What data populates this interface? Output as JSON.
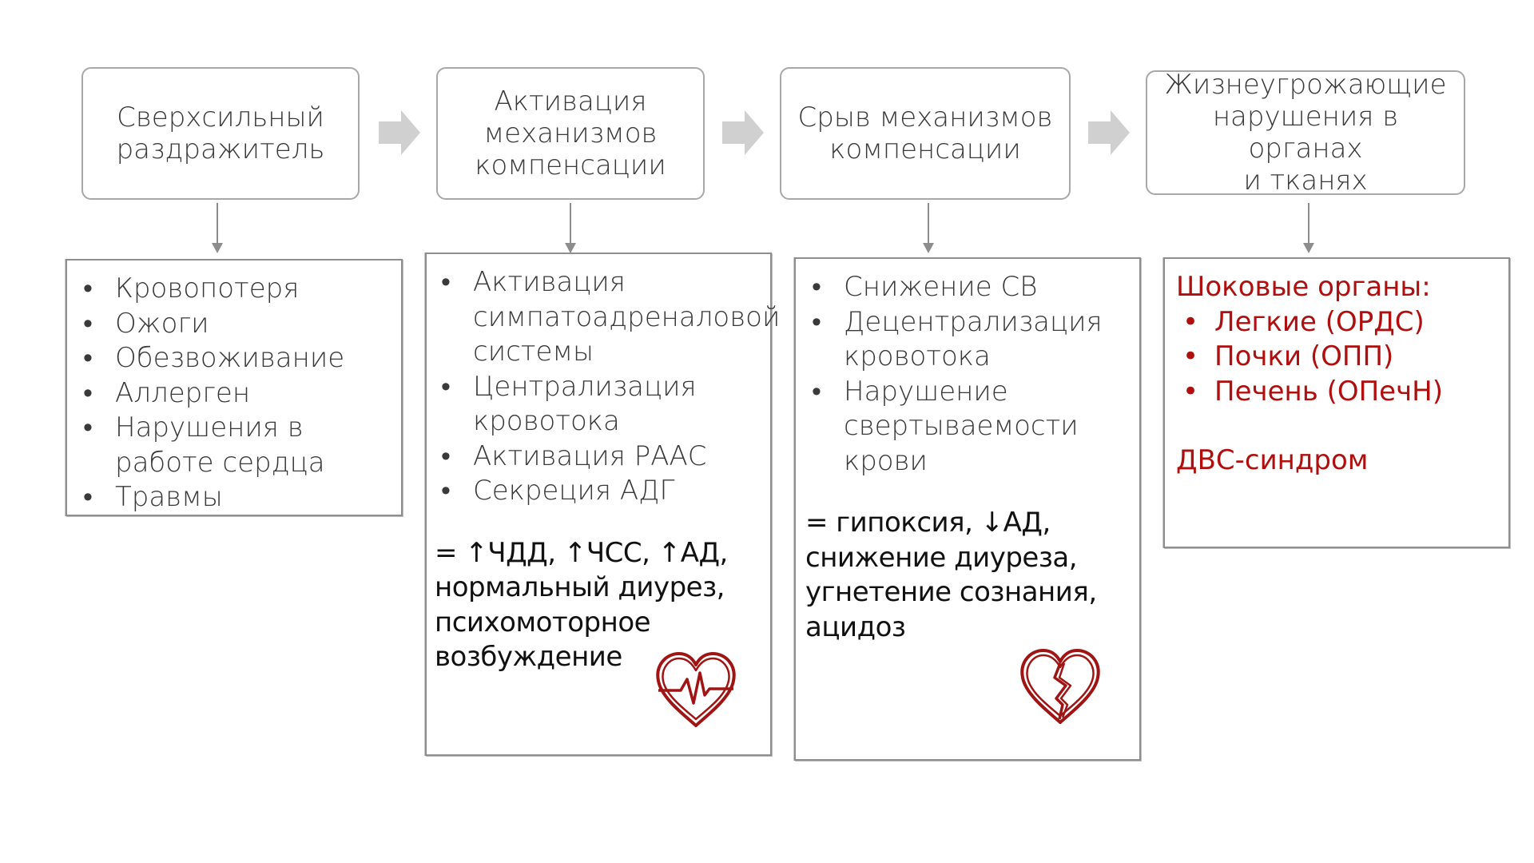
{
  "stages": [
    {
      "label": "Сверхсильный\nраздражитель"
    },
    {
      "label": "Активация\nмеханизмов\nкомпенсации"
    },
    {
      "label": "Срыв механизмов\nкомпенсации"
    },
    {
      "label": "Жизнеугрожающие\nнарушения в органах\nи тканях"
    }
  ],
  "cards": {
    "causes": {
      "items": [
        "Кровопотеря",
        "Ожоги",
        "Обезвоживание",
        "Аллерген",
        "Нарушения в работе сердца",
        "Травмы"
      ]
    },
    "compensation": {
      "items": [
        "Активация симпатоадреналовой системы",
        "Централизация кровотока",
        "Активация РААС",
        "Секреция АДГ"
      ],
      "summary": "= ↑ЧДД, ↑ЧСС, ↑АД, нормальный диурез, психомоторное возбуждение"
    },
    "decompensation": {
      "items": [
        "Снижение СВ",
        "Децентрализация кровотока",
        "Нарушение свертываемости крови"
      ],
      "summary": "= гипоксия, ↓АД, снижение диуреза, угнетение сознания, ацидоз"
    },
    "organs": {
      "heading": "Шоковые органы:",
      "items": [
        "Легкие (ОРДС)",
        "Почки (ОПП)",
        "Печень (ОПечН)"
      ],
      "footer": "ДВС-синдром"
    }
  },
  "bullet": "•",
  "colors": {
    "accent_red": "#b00f0f",
    "arrow_gray": "#d0d0d0",
    "border_gray": "#a8a8a8"
  },
  "icons": [
    "heartbeat-icon",
    "broken-heart-icon"
  ]
}
